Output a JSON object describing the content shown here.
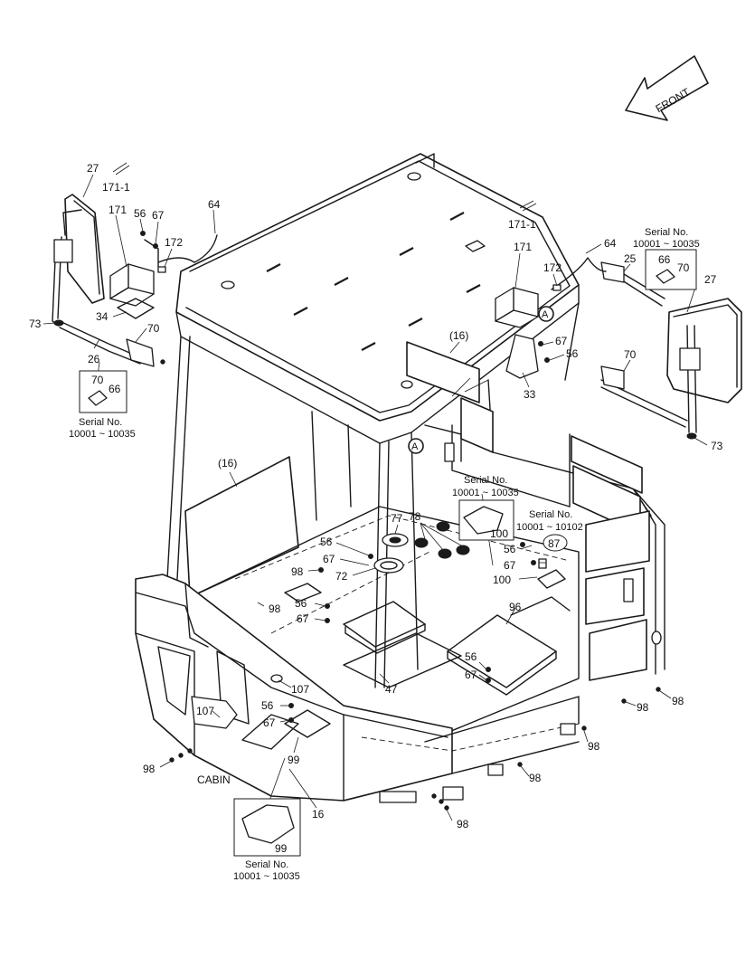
{
  "front_label": "FRONT",
  "cabin_label": "CABIN",
  "serial_boxes": {
    "left_mirror": {
      "title": "Serial No.",
      "range": "10001 ~ 10035",
      "parts": [
        "70",
        "66"
      ]
    },
    "right_mirror": {
      "title": "Serial No.",
      "range": "10001 ~ 10035",
      "parts": [
        "66",
        "70"
      ]
    },
    "floor_cover_100": {
      "title": "Serial No.",
      "range": "10001 ~ 10035",
      "part": "100"
    },
    "bolt_87": {
      "title": "Serial No.",
      "range": "10001 ~ 10102"
    },
    "plate_99": {
      "title": "Serial No.",
      "range": "10001 ~ 10035",
      "part": "99"
    }
  },
  "callouts": {
    "c27_left": "27",
    "c171_1_left": "171-1",
    "c171_left": "171",
    "c56_top": "56",
    "c67_top": "67",
    "c64_left": "64",
    "c172_left": "172",
    "c34": "34",
    "c70_left": "70",
    "c73_left": "73",
    "c26": "26",
    "c171_1_right": "171-1",
    "c171_right": "171",
    "c64_right": "64",
    "c172_right": "172",
    "c25": "25",
    "c27_right": "27",
    "c16_top": "(16)",
    "c67_right": "67",
    "c56_right": "56",
    "c33": "33",
    "c70_right": "70",
    "c73_right": "73",
    "c16_left": "(16)",
    "c77": "77",
    "c78": "78",
    "c56_floor": "56",
    "c67_floor": "67",
    "c72": "72",
    "c98_a": "98",
    "c98_b": "98",
    "c56_mid": "56",
    "c67_mid": "67",
    "c56_87": "56",
    "c87": "87",
    "c67_87": "67",
    "c100": "100",
    "c96": "96",
    "c56_c": "56",
    "c67_c": "67",
    "c47": "47",
    "c107_a": "107",
    "c107_b": "107",
    "c56_d": "56",
    "c67_d": "67",
    "c99": "99",
    "c98_c": "98",
    "c98_d": "98",
    "c98_e": "98",
    "c98_f": "98",
    "c98_g": "98",
    "c98_h": "98",
    "c16_bottom": "16",
    "marker_a": "A"
  }
}
